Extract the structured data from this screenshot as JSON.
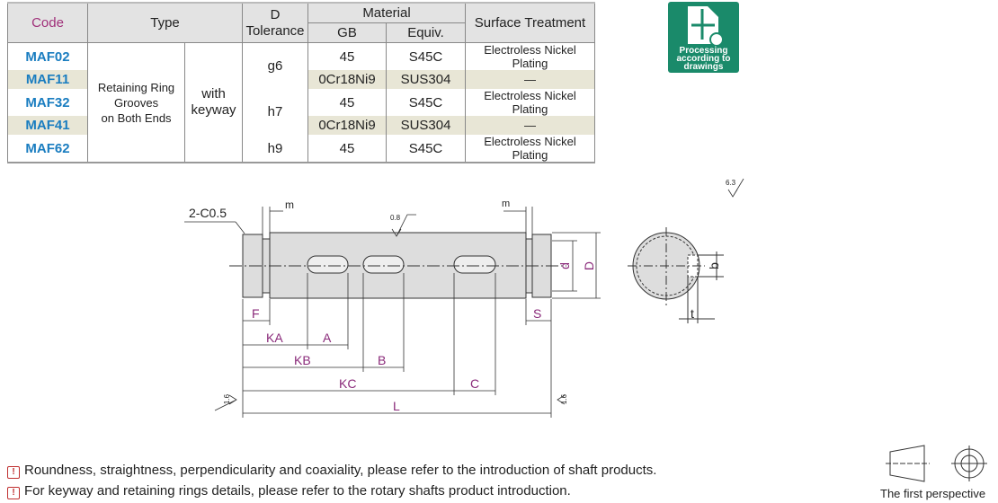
{
  "table": {
    "headers": {
      "code": "Code",
      "type": "Type",
      "tolerance_line1": "D",
      "tolerance_line2": "Tolerance",
      "material": "Material",
      "gb": "GB",
      "equiv": "Equiv.",
      "surface": "Surface Treatment"
    },
    "type_line1": "Retaining Ring",
    "type_line2": "Grooves",
    "type_line3": "on Both Ends",
    "keyway_line1": "with",
    "keyway_line2": "keyway",
    "tol_g6": "g6",
    "tol_h7": "h7",
    "tol_h9": "h9",
    "rows": [
      {
        "code": "MAF02",
        "gb": "45",
        "equiv": "S45C",
        "surface": "Electroless Nickel Plating"
      },
      {
        "code": "MAF11",
        "gb": "0Cr18Ni9",
        "equiv": "SUS304",
        "surface": "—"
      },
      {
        "code": "MAF32",
        "gb": "45",
        "equiv": "S45C",
        "surface": "Electroless Nickel Plating"
      },
      {
        "code": "MAF41",
        "gb": "0Cr18Ni9",
        "equiv": "SUS304",
        "surface": "—"
      },
      {
        "code": "MAF62",
        "gb": "45",
        "equiv": "S45C",
        "surface": "Electroless Nickel Plating"
      }
    ]
  },
  "badge": {
    "line1": "Processing",
    "line2": "according to",
    "line3": "drawings",
    "color": "#1a8a6a"
  },
  "drawing": {
    "chamfer": "2-C0.5",
    "m_left": "m",
    "m_right": "m",
    "roughness_top": "0.8",
    "roughness_corner": "6.3",
    "roughness_left": "1.6",
    "roughness_right": "1.6",
    "F": "F",
    "S": "S",
    "KA": "KA",
    "A": "A",
    "KB": "KB",
    "B": "B",
    "KC": "KC",
    "C": "C",
    "L": "L",
    "d": "d",
    "D": "D",
    "b": "b",
    "t": "t"
  },
  "notes": [
    "Roundness, straightness, perpendicularity and coaxiality, please refer to the introduction of shaft products.",
    "For keyway and retaining rings details, please refer to the rotary shafts product introduction."
  ],
  "projection_label": "The first perspective"
}
